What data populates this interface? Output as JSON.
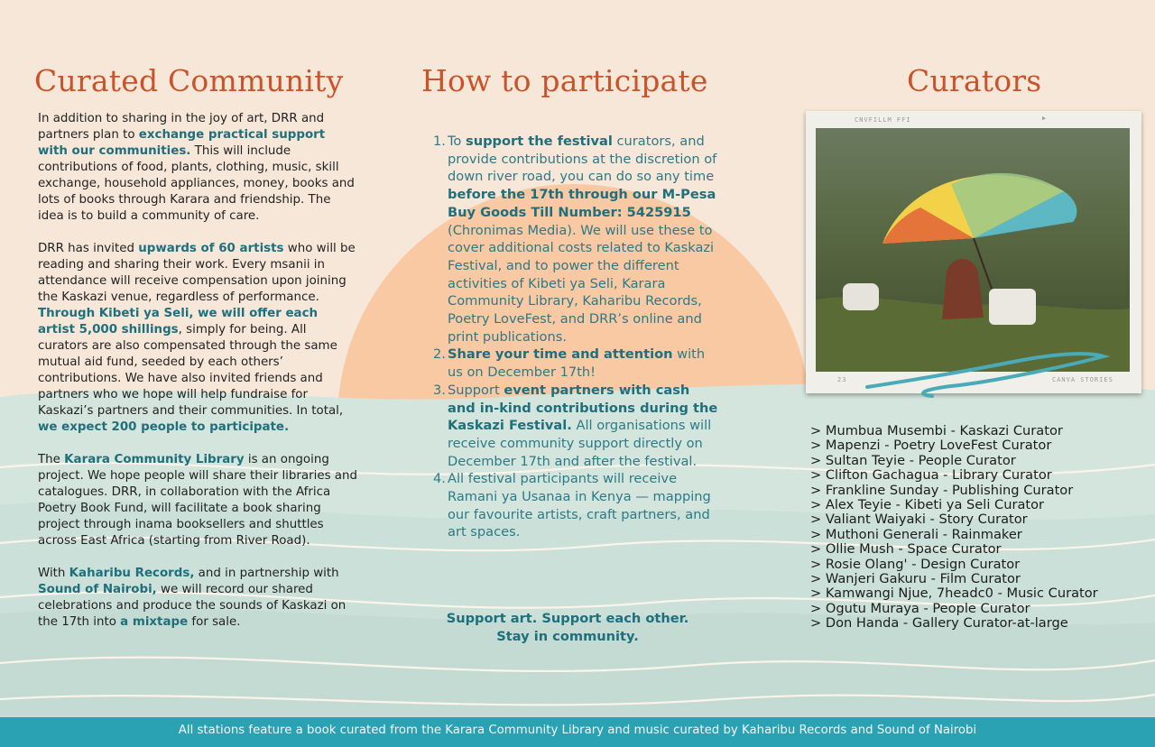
{
  "colors": {
    "background": "#f6e6d8",
    "sun": "#f7c8a1",
    "wave": "#cfe3db",
    "title": "#c9542b",
    "highlight": "#1f6f7c",
    "footer": "#2aa2b3"
  },
  "left": {
    "title": "Curated Community",
    "p1": [
      {
        "t": "In addition to sharing in the joy of art, DRR and partners plan to "
      },
      {
        "t": "exchange practical support with our communities.",
        "b": true
      },
      {
        "t": " This will include contributions of food, plants, clothing, music, skill exchange, household appliances, money, books and lots of books through Karara and friendship. The idea is to build a community of care."
      }
    ],
    "p2": [
      {
        "t": "DRR has invited "
      },
      {
        "t": "upwards of 60 artists",
        "b": true
      },
      {
        "t": " who will be reading and sharing their work. Every msanii in attendance will receive compensation upon joining the Kaskazi venue, regardless of performance. "
      },
      {
        "t": "Through Kibeti ya Seli, we will offer each artist 5,000 shillings",
        "b": true
      },
      {
        "t": ", simply for being. All curators are also compensated through the same mutual aid fund, seeded by each others’ contributions. We have also invited friends and partners who we hope will help fundraise for Kaskazi’s partners and their communities. In total, "
      },
      {
        "t": "we expect 200 people to participate.",
        "b": true
      }
    ],
    "p3": [
      {
        "t": "The "
      },
      {
        "t": "Karara Community Library",
        "b": true
      },
      {
        "t": " is an ongoing project. We hope people will share their libraries and catalogues. DRR, in collaboration with the Africa Poetry Book Fund, will facilitate a book sharing project through inama booksellers and shuttles across East Africa (starting from River Road)."
      }
    ],
    "p4": [
      {
        "t": "With "
      },
      {
        "t": "Kaharibu Records,",
        "b": true
      },
      {
        "t": " and in partnership with "
      },
      {
        "t": "Sound of Nairobi,",
        "b": true
      },
      {
        "t": " we will record our shared celebrations and produce the sounds of Kaskazi on the 17th into "
      },
      {
        "t": "a mixtape",
        "b": true
      },
      {
        "t": " for sale."
      }
    ]
  },
  "middle": {
    "title": "How to participate",
    "steps": [
      {
        "num": "1.",
        "parts": [
          {
            "t": "To "
          },
          {
            "t": "support the festival",
            "b": true
          },
          {
            "t": " curators, and provide contributions at the discretion of down river road, you can do so any time "
          },
          {
            "t": "before the 17th through our M-Pesa Buy Goods Till Number: 5425915",
            "b": true
          },
          {
            "t": " (Chronimas Media). We will use these to cover additional costs related to Kaskazi Festival, and to power the different activities of Kibeti ya Seli, Karara Community Library, Kaharibu Records, Poetry LoveFest, and DRR’s online and print publications."
          }
        ]
      },
      {
        "num": "2.",
        "parts": [
          {
            "t": "Share your time and attention",
            "b": true
          },
          {
            "t": " with us on December 17th!"
          }
        ]
      },
      {
        "num": "3.",
        "parts": [
          {
            "t": "Support "
          },
          {
            "t": "event partners with cash and in-kind contributions during the Kaskazi Festival.",
            "b": true
          },
          {
            "t": " All organisations will receive community support directly on December 17th and after the festival."
          }
        ]
      },
      {
        "num": "4.",
        "parts": [
          {
            "t": "All festival participants will receive Ramani ya Usanaa in Kenya — mapping our favourite artists, craft partners, and art spaces."
          }
        ]
      }
    ],
    "closing_line1": "Support art. Support each other.",
    "closing_line2": "Stay in community."
  },
  "right": {
    "title": "Curators",
    "photo": {
      "frame_top_label": "CNVFILLM FFI",
      "frame_bottom_left": "23",
      "frame_bottom_right": "CANVA STORIES",
      "icon": "umbrella-photo"
    },
    "curators": [
      "> Mumbua Musembi - Kaskazi Curator",
      "> Mapenzi - Poetry LoveFest Curator",
      "> Sultan Teyie - People Curator",
      "> Clifton Gachagua - Library Curator",
      "> Frankline Sunday - Publishing Curator",
      "> Alex Teyie - Kibeti ya Seli Curator",
      "> Valiant Waiyaki - Story Curator",
      "> Muthoni Generali - Rainmaker",
      "> Ollie Mush - Space Curator",
      "> Rosie Olang' - Design Curator",
      "> Wanjeri Gakuru - Film Curator",
      "> Kamwangi Njue, 7headc0 - Music Curator",
      "> Ogutu Muraya - People Curator",
      "> Don Handa - Gallery Curator-at-large"
    ]
  },
  "footer": {
    "text": "All stations feature a book curated from the Karara Community Library and music curated by Kaharibu Records and Sound of Nairobi"
  }
}
